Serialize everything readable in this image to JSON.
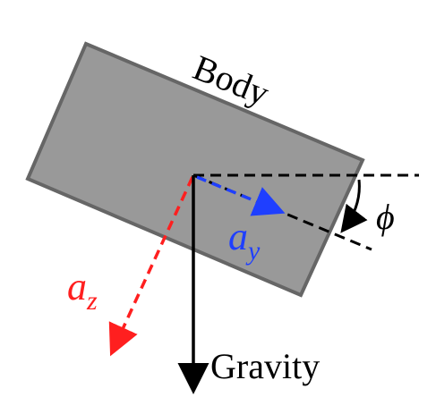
{
  "labels": {
    "body": "Body",
    "a_y_base": "a",
    "a_y_sub": "y",
    "a_z_base": "a",
    "a_z_sub": "z",
    "phi": "ϕ",
    "gravity": "Gravity"
  },
  "colors": {
    "background": "#ffffff",
    "body_fill": "#999999",
    "body_stroke": "#666666",
    "a_y": "#1f3fff",
    "a_z": "#ff1f1f",
    "black": "#000000"
  }
}
